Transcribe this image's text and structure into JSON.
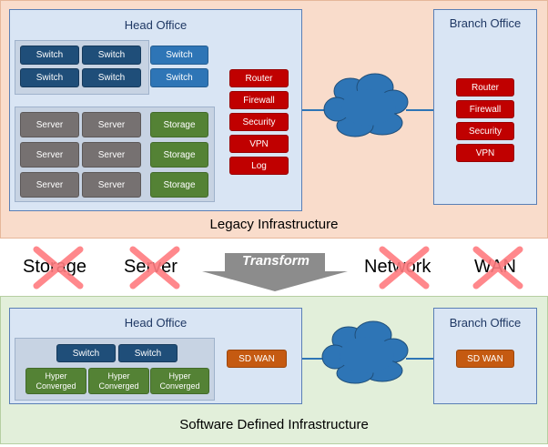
{
  "legacy": {
    "title": "Legacy Infrastructure",
    "head_office": {
      "title": "Head Office",
      "switches_dark": [
        "Switch",
        "Switch",
        "Switch",
        "Switch"
      ],
      "switches_light": [
        "Switch",
        "Switch"
      ],
      "servers": [
        "Server",
        "Server",
        "Server",
        "Server",
        "Server",
        "Server"
      ],
      "storage": [
        "Storage",
        "Storage",
        "Storage"
      ],
      "appliances": [
        "Router",
        "Firewall",
        "Security",
        "VPN",
        "Log"
      ]
    },
    "branch_office": {
      "title": "Branch Office",
      "appliances": [
        "Router",
        "Firewall",
        "Security",
        "VPN"
      ]
    }
  },
  "middle": {
    "crossed": [
      "Storage",
      "Server",
      "Network",
      "WAN"
    ],
    "transform_label": "Transform"
  },
  "sdi": {
    "title": "Software Defined Infrastructure",
    "head_office": {
      "title": "Head Office",
      "switches": [
        "Switch",
        "Switch"
      ],
      "hyper": [
        "Hyper Converged",
        "Hyper Converged",
        "Hyper Converged"
      ],
      "sdwan": "SD WAN"
    },
    "branch_office": {
      "title": "Branch Office",
      "sdwan": "SD WAN"
    }
  },
  "colors": {
    "switch_dark": "#1f4e79",
    "switch_light": "#2e75b6",
    "server": "#767171",
    "storage": "#548235",
    "appliance": "#c00000",
    "sdwan": "#c55a11",
    "cloud": "#2e75b6",
    "cross": "#ff7c80"
  }
}
